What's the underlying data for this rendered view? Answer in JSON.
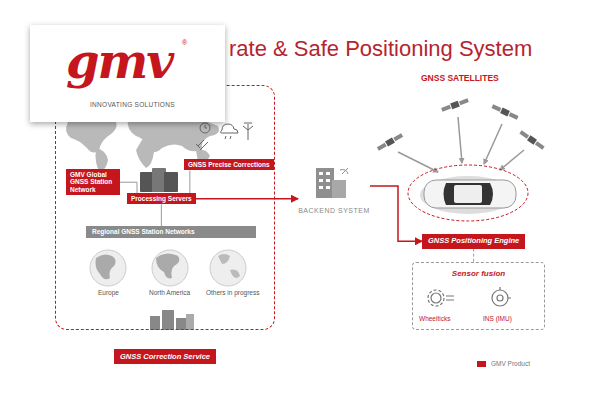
{
  "diagram": {
    "title": "rate & Safe Positioning System",
    "nodes": [
      {
        "text": [
          "GNSS Correction Service"
        ]
      },
      {
        "text": [
          "GMV Global GNSS Station Network"
        ],
        "in": 0
      },
      {
        "text": [
          "GNSS Precise Corrections"
        ],
        "in": 0
      },
      {
        "text": [
          "Processing Servers"
        ],
        "in": 0
      },
      {
        "text": [
          "Regional GNSS Station Networks"
        ],
        "in": 0
      },
      {
        "text": [
          "BACKEND SYSTEM"
        ]
      },
      {
        "text": [
          "GNSS Positioning Engine"
        ]
      },
      {
        "text": [
          "Sensor fusion"
        ]
      },
      {
        "text": [
          "Wheelticks"
        ],
        "in": 7
      },
      {
        "text": [
          "INS (IMU)"
        ],
        "in": 7
      }
    ],
    "edges": [
      {
        "from": 1,
        "to": 3,
        "arrow": "none"
      },
      {
        "from": 2,
        "to": 3,
        "arrow": "none"
      },
      {
        "from": 4,
        "to": 3,
        "arrow": "none"
      },
      {
        "from": 3,
        "to": 5,
        "arrow": "to"
      },
      {
        "from": 5,
        "to": 6,
        "arrow": "to"
      },
      {
        "from": 6,
        "to": 7,
        "arrow": "none"
      }
    ],
    "labels": [
      "gmv",
      "®",
      "INNOVATING SOLUTIONS",
      "GNSS SATELLITES",
      "Europe",
      "North America",
      "Others in progress"
    ],
    "legend": [
      {
        "text": "GMV Product",
        "color": "#c4161c"
      }
    ]
  }
}
